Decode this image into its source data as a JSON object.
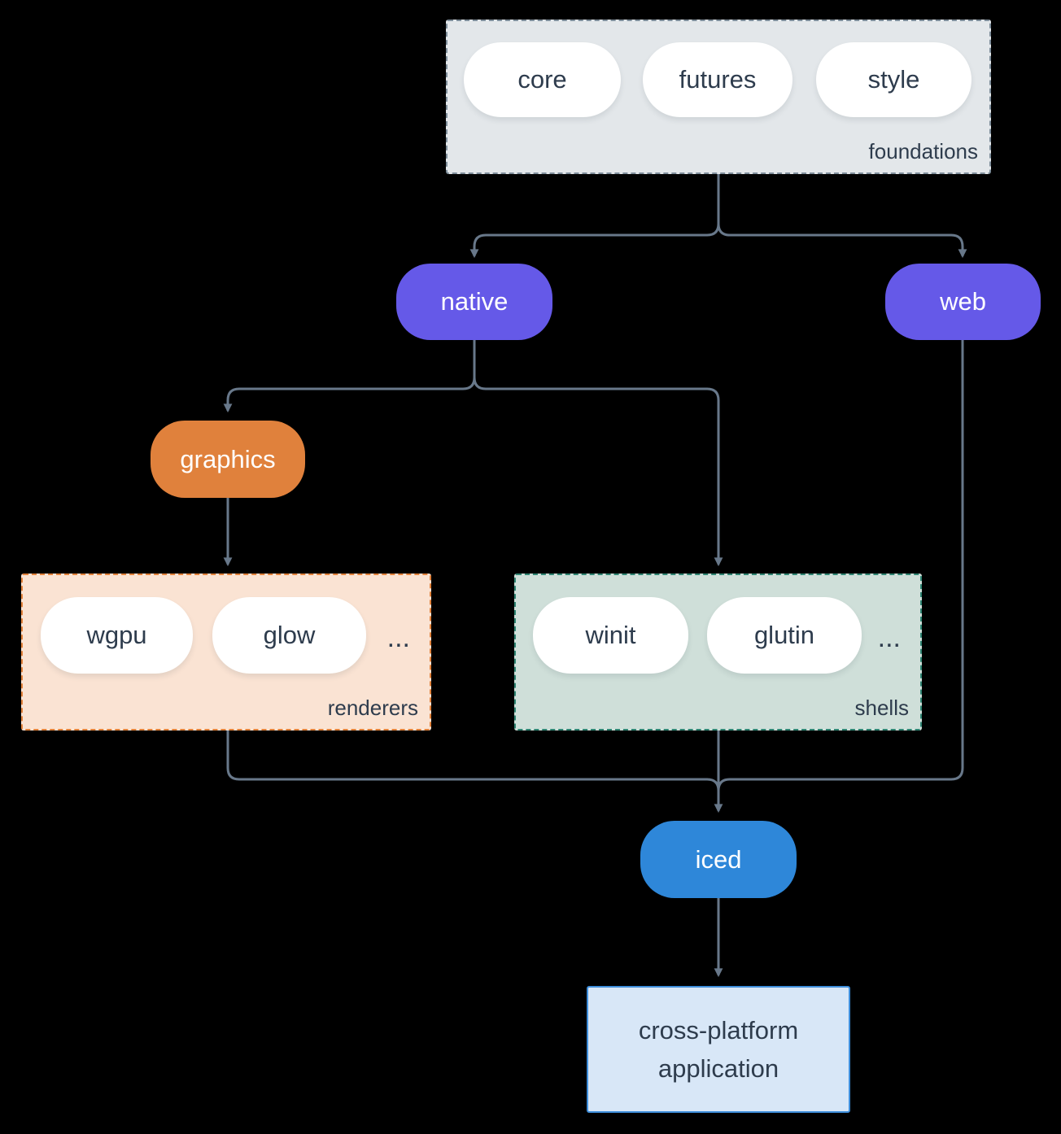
{
  "groups": {
    "foundations": {
      "label": "foundations",
      "pills": [
        "core",
        "futures",
        "style"
      ]
    },
    "renderers": {
      "label": "renderers",
      "pills": [
        "wgpu",
        "glow"
      ],
      "ellipsis": "..."
    },
    "shells": {
      "label": "shells",
      "pills": [
        "winit",
        "glutin"
      ],
      "ellipsis": "..."
    }
  },
  "nodes": {
    "native": {
      "label": "native"
    },
    "web": {
      "label": "web"
    },
    "graphics": {
      "label": "graphics"
    },
    "iced": {
      "label": "iced"
    },
    "application": {
      "line1": "cross-platform",
      "line2": "application"
    }
  },
  "colors": {
    "background": "#000000",
    "edge": "#68788a",
    "text_dark": "#2e3c4d",
    "text_light": "#ffffff",
    "purple_node": "#6559e8",
    "orange_node": "#e0813c",
    "blue_node": "#2e87d9",
    "foundations_bg": "#e3e7ea",
    "foundations_border": "#7e8e9b",
    "renderers_bg": "#fae3d3",
    "renderers_border": "#e2823b",
    "shells_bg": "#cfdfd9",
    "shells_border": "#2f8573",
    "application_bg": "#d8e7f7",
    "application_border": "#3e8edb"
  }
}
